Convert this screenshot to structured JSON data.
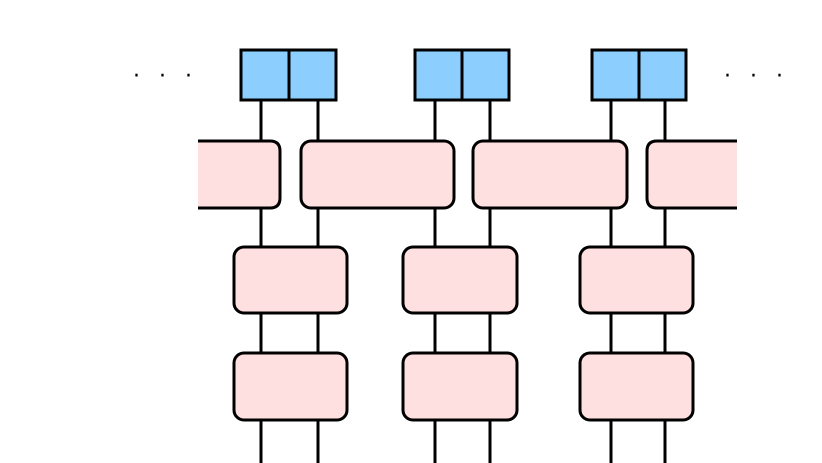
{
  "diagram": {
    "ellipsis_left": "· · ·",
    "ellipsis_right": "· · ·",
    "colors": {
      "site_fill": "#8ccfff",
      "gate_fill": "#ffe0e0",
      "stroke": "#000000",
      "background": "#ffffff"
    },
    "site_pairs": 3,
    "layers": [
      "brickwork-top",
      "two-site-row-1",
      "two-site-row-2"
    ]
  }
}
